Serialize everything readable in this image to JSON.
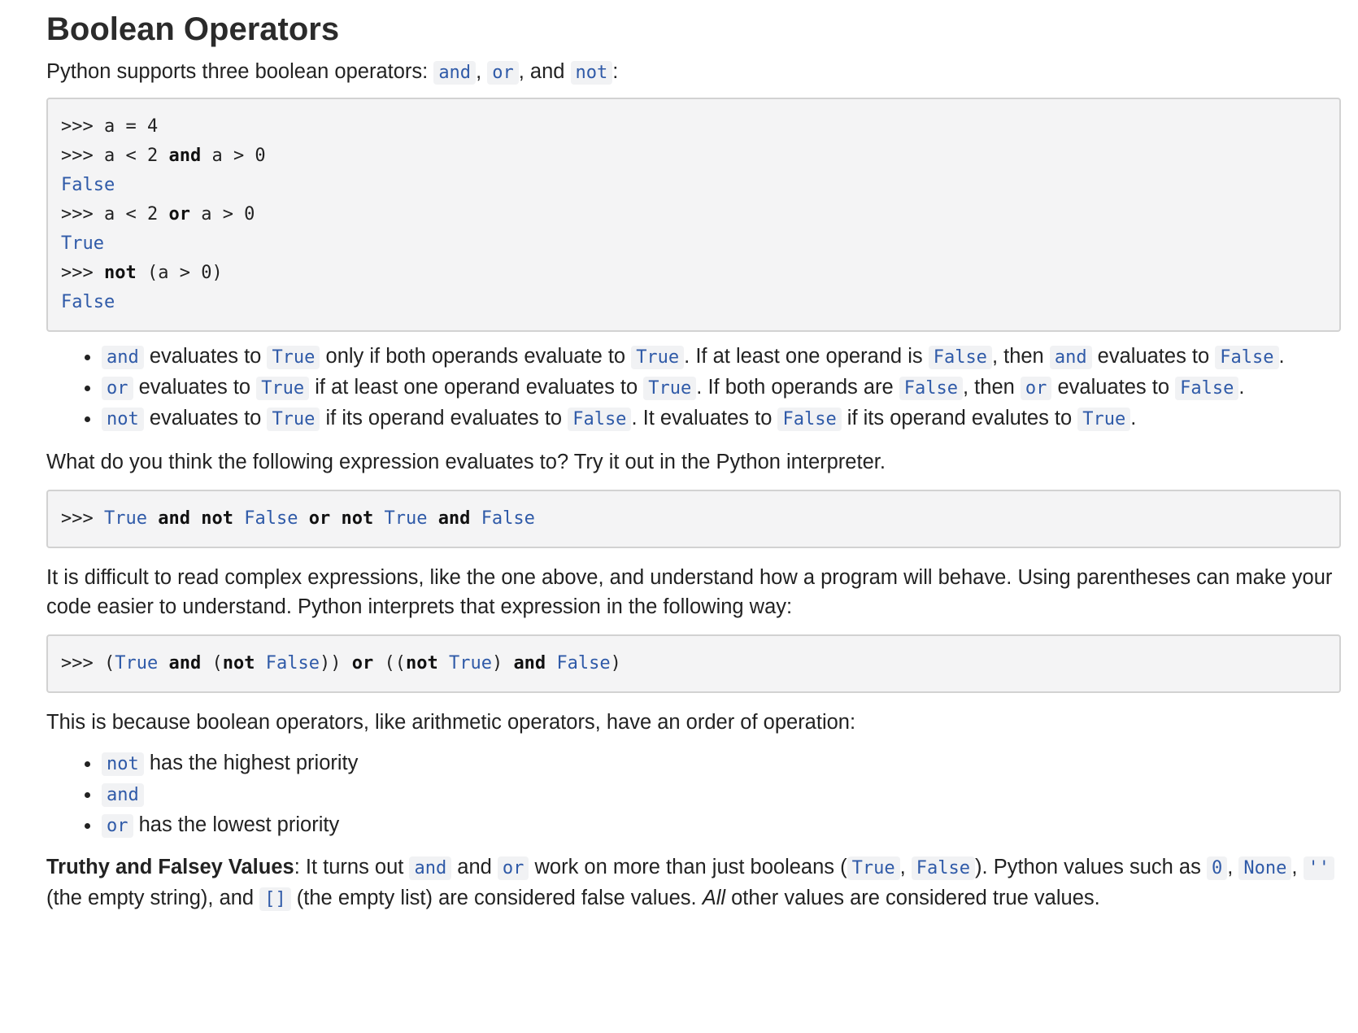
{
  "heading": "Boolean Operators",
  "intro": {
    "text": "Python supports three boolean operators: ",
    "op_and": "and",
    "sep1": ", ",
    "op_or": "or",
    "sep2": ", and ",
    "op_not": "not",
    "end": ":"
  },
  "code1": {
    "line1": ">>> a = 4",
    "line2_pre": ">>> a < 2 ",
    "line2_kw": "and",
    "line2_post": " a > 0",
    "line3": "False",
    "line4_pre": ">>> a < 2 ",
    "line4_kw": "or",
    "line4_post": " a > 0",
    "line5": "True",
    "line6_pre": ">>> ",
    "line6_kw": "not",
    "line6_post": " (a > 0)",
    "line7": "False"
  },
  "bullets1": [
    {
      "c1": "and",
      "t1": " evaluates to ",
      "c2": "True",
      "t2": " only if both operands evaluate to ",
      "c3": "True",
      "t3": ". If at least one operand is ",
      "c4": "False",
      "t4": ", then ",
      "c5": "and",
      "t5": " evaluates to ",
      "c6": "False",
      "t6": "."
    },
    {
      "c1": "or",
      "t1": " evaluates to ",
      "c2": "True",
      "t2": " if at least one operand evaluates to ",
      "c3": "True",
      "t3": ". If both operands are ",
      "c4": "False",
      "t4": ", then ",
      "c5": "or",
      "t5": " evaluates to ",
      "c6": "False",
      "t6": "."
    },
    {
      "c1": "not",
      "t1": " evaluates to ",
      "c2": "True",
      "t2": " if its operand evaluates to ",
      "c3": "False",
      "t3": ". It evaluates to ",
      "c4": "False",
      "t4": " if its operand evalutes to ",
      "c5": "True",
      "t5": "."
    }
  ],
  "question": "What do you think the following expression evaluates to? Try it out in the Python interpreter.",
  "code2": {
    "prompt": ">>> ",
    "t1": "True",
    "k1": "and",
    "k2": "not",
    "t2": "False",
    "k3": "or",
    "k4": "not",
    "t3": "True",
    "k5": "and",
    "t4": "False"
  },
  "para2": "It is difficult to read complex expressions, like the one above, and understand how a program will behave. Using parentheses can make your code easier to understand. Python interprets that expression in the following way:",
  "code3": {
    "prompt": ">>> (",
    "t1": "True",
    "k1": "and",
    "p1": " (",
    "k2": "not",
    "t2": "False",
    "p2": ")) ",
    "k3": "or",
    "p3": " ((",
    "k4": "not",
    "t3": "True",
    "p4": ") ",
    "k5": "and",
    "t4": "False",
    "p5": ")"
  },
  "para3": "This is because boolean operators, like arithmetic operators, have an order of operation:",
  "priority": [
    {
      "op": "not",
      "text": " has the highest priority"
    },
    {
      "op": "and",
      "text": ""
    },
    {
      "op": "or",
      "text": " has the lowest priority"
    }
  ],
  "truthy": {
    "bold": "Truthy and Falsey Values",
    "t1": ": It turns out ",
    "c1": "and",
    "t2": " and ",
    "c2": "or",
    "t3": " work on more than just booleans (",
    "c3": "True",
    "t4": ", ",
    "c4": "False",
    "t5": "). Python values such as ",
    "c5": "0",
    "t6": ", ",
    "c6": "None",
    "t7": ", ",
    "c7": "''",
    "t8": " (the empty string), and ",
    "c8": "[]",
    "t9": " (the empty list) are considered false values. ",
    "em": "All",
    "t10": " other values are considered true values."
  }
}
